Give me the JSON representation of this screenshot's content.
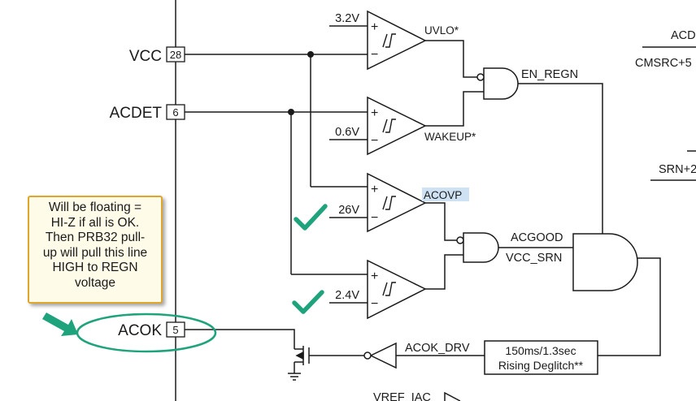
{
  "pins": {
    "vcc": {
      "name": "VCC",
      "number": "28"
    },
    "acdet": {
      "name": "ACDET",
      "number": "6"
    },
    "acok": {
      "name": "ACOK",
      "number": "5"
    }
  },
  "comparators": {
    "uvlo": {
      "ref": "3.2V",
      "output": "UVLO*"
    },
    "wakeup": {
      "ref": "0.6V",
      "output": "WAKEUP*"
    },
    "acovp": {
      "ref": "26V",
      "output": "ACOVP"
    },
    "acdet_th": {
      "ref": "2.4V"
    }
  },
  "signals": {
    "en_regn": "EN_REGN",
    "acgood": "ACGOOD",
    "vcc_srn": "VCC_SRN",
    "acok_drv": "ACOK_DRV",
    "vref_iac": "VREF_IAC"
  },
  "deglitch": {
    "line1": "150ms/1.3sec",
    "line2": "Rising Deglitch**"
  },
  "right_labels": {
    "acd": "ACD",
    "cmsrc": "CMSRC+5",
    "srn": "SRN+2"
  },
  "callout": {
    "text": "Will be floating =\nHI-Z if all is OK.\nThen PRB32 pull-\nup will pull this line\nHIGH to REGN\nvoltage"
  },
  "colors": {
    "highlight": "#cfe2f3",
    "check": "#1fa37c",
    "callout_border": "#e0a52b",
    "callout_fill": "#fffbe9",
    "ellipse": "#1fa37c"
  },
  "icons": [
    "checkmark-icon",
    "arrow-icon",
    "opamp-symbol",
    "and-gate-symbol",
    "nand-gate-symbol",
    "inverter-symbol",
    "nmos-symbol",
    "ground-symbol"
  ]
}
